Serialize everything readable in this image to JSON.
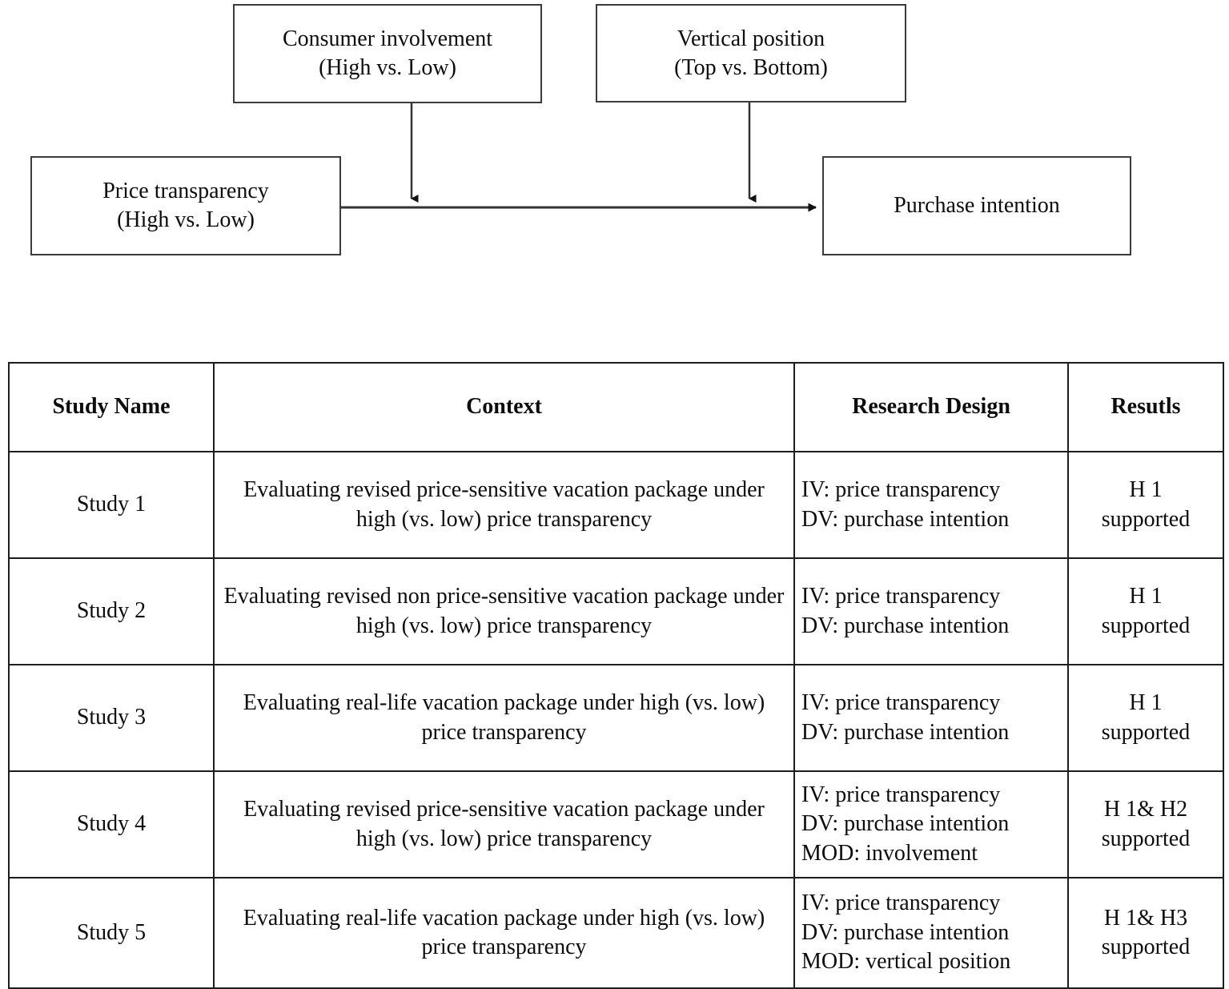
{
  "diagram": {
    "name": "conceptual-research-model",
    "nodes": {
      "consumer_involvement": {
        "line1": "Consumer involvement",
        "line2": "(High vs. Low)"
      },
      "vertical_position": {
        "line1": "Vertical position",
        "line2": "(Top vs. Bottom)"
      },
      "price_transparency": {
        "line1": "Price transparency",
        "line2": "(High vs. Low)"
      },
      "purchase_intention": {
        "line1": "Purchase intention",
        "line2": ""
      }
    },
    "connector_color": "#3b3b3b"
  },
  "table": {
    "name": "studies-summary-table",
    "headers": [
      "Study Name",
      "Context",
      "Research Design",
      "Resutls"
    ],
    "rows": [
      {
        "study": "Study 1",
        "context": "Evaluating revised price-sensitive vacation package under high (vs. low) price transparency",
        "design": "IV: price transparency\nDV: purchase intention",
        "results": "H 1\nsupported"
      },
      {
        "study": "Study 2",
        "context": "Evaluating revised non price-sensitive vacation package under high (vs. low) price transparency",
        "design": "IV: price transparency\nDV: purchase intention",
        "results": "H 1\nsupported"
      },
      {
        "study": "Study 3",
        "context": "Evaluating real-life vacation package under high (vs. low) price transparency",
        "design": "IV: price transparency\nDV: purchase intention",
        "results": "H 1\nsupported"
      },
      {
        "study": "Study 4",
        "context": "Evaluating revised price-sensitive vacation package under high (vs. low) price transparency",
        "design": "IV: price transparency\nDV: purchase intention\nMOD: involvement",
        "results": "H 1& H2\nsupported"
      },
      {
        "study": "Study 5",
        "context": "Evaluating real-life vacation package under high (vs. low) price transparency",
        "design": "IV: price transparency\nDV: purchase intention\nMOD: vertical position",
        "results": "H 1& H3\nsupported"
      }
    ]
  }
}
